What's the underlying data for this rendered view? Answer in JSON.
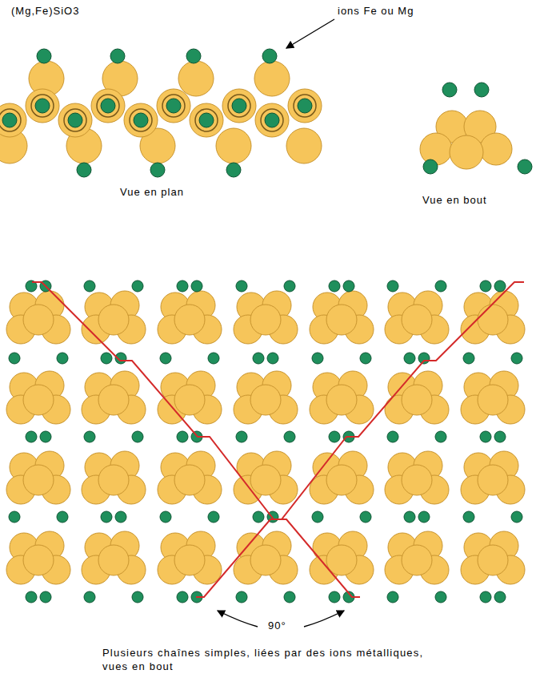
{
  "diagram": {
    "caption": "Plusieurs chaînes simples, liées par des ions métalliques, vues en bout",
    "labels": [
      "(Mg,Fe)SiO3",
      "ions Fe ou Mg",
      "Vue en plan",
      "Vue en bout",
      "90°"
    ]
  }
}
